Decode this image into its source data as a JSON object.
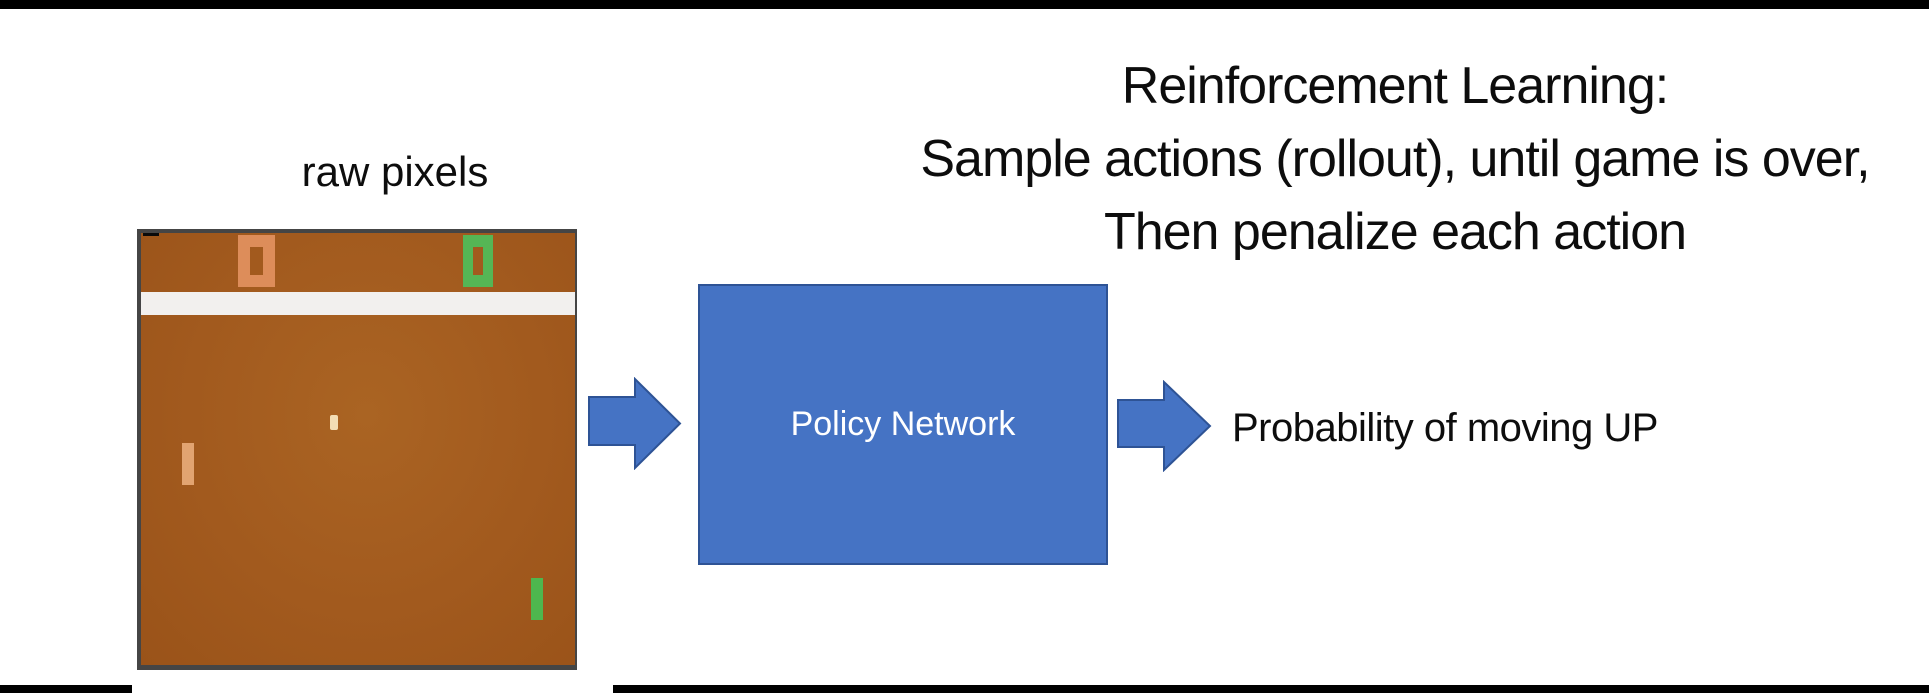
{
  "slide": {
    "title_lines": [
      "Reinforcement Learning:",
      "Sample actions (rollout), until game is over,",
      "Then penalize each action"
    ],
    "input_caption": "raw pixels",
    "policy_box_label": "Policy Network",
    "output_label": "Probability of moving UP"
  },
  "game": {
    "left_score": "0",
    "right_score": "0"
  },
  "colors": {
    "accent_blue": "#4573c4",
    "accent_blue_border": "#2e5395",
    "field_brown": "#a25a1e",
    "frame_gray": "#454545",
    "divider_white": "#f2f0ee",
    "score_left_tan": "#dd8d5a",
    "score_right_green": "#55b655",
    "paddle_left_tan": "#e2a471",
    "paddle_right_green": "#4eb74e",
    "ball_cream": "#f3ddb4",
    "bar_black": "#000000"
  }
}
